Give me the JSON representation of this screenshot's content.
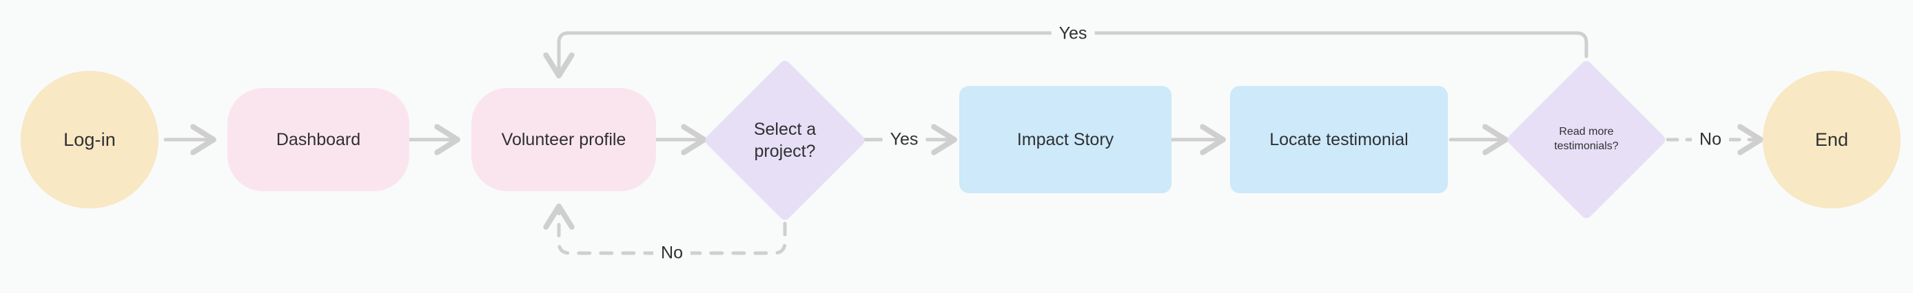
{
  "diagram": {
    "type": "flowchart",
    "orientation": "left-to-right",
    "background_color": "#f9fafa",
    "edge_color": "#cfcfcf",
    "text_color": "#2f3033",
    "nodes": [
      {
        "id": "login",
        "label": "Log-in",
        "shape": "ellipse",
        "color": "#f8e8c3"
      },
      {
        "id": "dashboard",
        "label": "Dashboard",
        "shape": "rounded",
        "color": "#fae5ee"
      },
      {
        "id": "profile",
        "label": "Volunteer profile",
        "shape": "rounded",
        "color": "#fae5ee"
      },
      {
        "id": "selectproj",
        "label": "Select a project?",
        "shape": "diamond",
        "color": "#e6dff5"
      },
      {
        "id": "impactstory",
        "label": "Impact Story",
        "shape": "rect",
        "color": "#cde9fa"
      },
      {
        "id": "locate",
        "label": "Locate testimonial",
        "shape": "rect",
        "color": "#cde9fa"
      },
      {
        "id": "readmore",
        "label": "Read more testimonials?",
        "shape": "diamond",
        "color": "#e6dff5"
      },
      {
        "id": "end",
        "label": "End",
        "shape": "ellipse",
        "color": "#f8e8c3"
      }
    ],
    "edges": [
      {
        "from": "login",
        "to": "dashboard",
        "label": "",
        "style": "solid"
      },
      {
        "from": "dashboard",
        "to": "profile",
        "label": "",
        "style": "solid"
      },
      {
        "from": "profile",
        "to": "selectproj",
        "label": "",
        "style": "solid"
      },
      {
        "from": "selectproj",
        "to": "impactstory",
        "label": "Yes",
        "style": "solid"
      },
      {
        "from": "impactstory",
        "to": "locate",
        "label": "",
        "style": "solid"
      },
      {
        "from": "locate",
        "to": "readmore",
        "label": "",
        "style": "solid"
      },
      {
        "from": "readmore",
        "to": "end",
        "label": "No",
        "style": "dashed"
      },
      {
        "from": "readmore",
        "to": "profile",
        "label": "Yes",
        "style": "solid"
      },
      {
        "from": "selectproj",
        "to": "profile",
        "label": "No",
        "style": "dashed"
      }
    ],
    "labels": {
      "yes_loop_top": "Yes",
      "yes_select": "Yes",
      "no_loop_bottom": "No",
      "no_end": "No"
    }
  }
}
